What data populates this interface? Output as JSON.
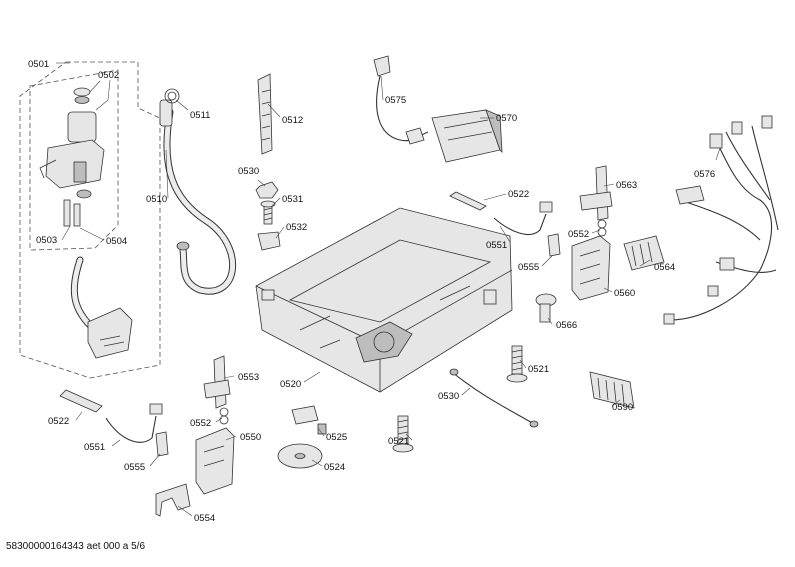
{
  "diagram": {
    "footer": "58300000164343 aet 000 a 5/6",
    "labels": {
      "p0501": "0501",
      "p0502": "0502",
      "p0503": "0503",
      "p0504": "0504",
      "p0510": "0510",
      "p0511": "0511",
      "p0512": "0512",
      "p0520": "0520",
      "p0521a": "0521",
      "p0521b": "0521",
      "p0522a": "0522",
      "p0522b": "0522",
      "p0524": "0524",
      "p0525": "0525",
      "p0530a": "0530",
      "p0530b": "0530",
      "p0531": "0531",
      "p0532": "0532",
      "p0550": "0550",
      "p0551a": "0551",
      "p0551b": "0551",
      "p0552a": "0552",
      "p0552b": "0552",
      "p0553": "0553",
      "p0554": "0554",
      "p0555a": "0555",
      "p0555b": "0555",
      "p0560": "0560",
      "p0563": "0563",
      "p0564": "0564",
      "p0566": "0566",
      "p0570": "0570",
      "p0575": "0575",
      "p0576": "0576",
      "p0590": "0590"
    }
  }
}
